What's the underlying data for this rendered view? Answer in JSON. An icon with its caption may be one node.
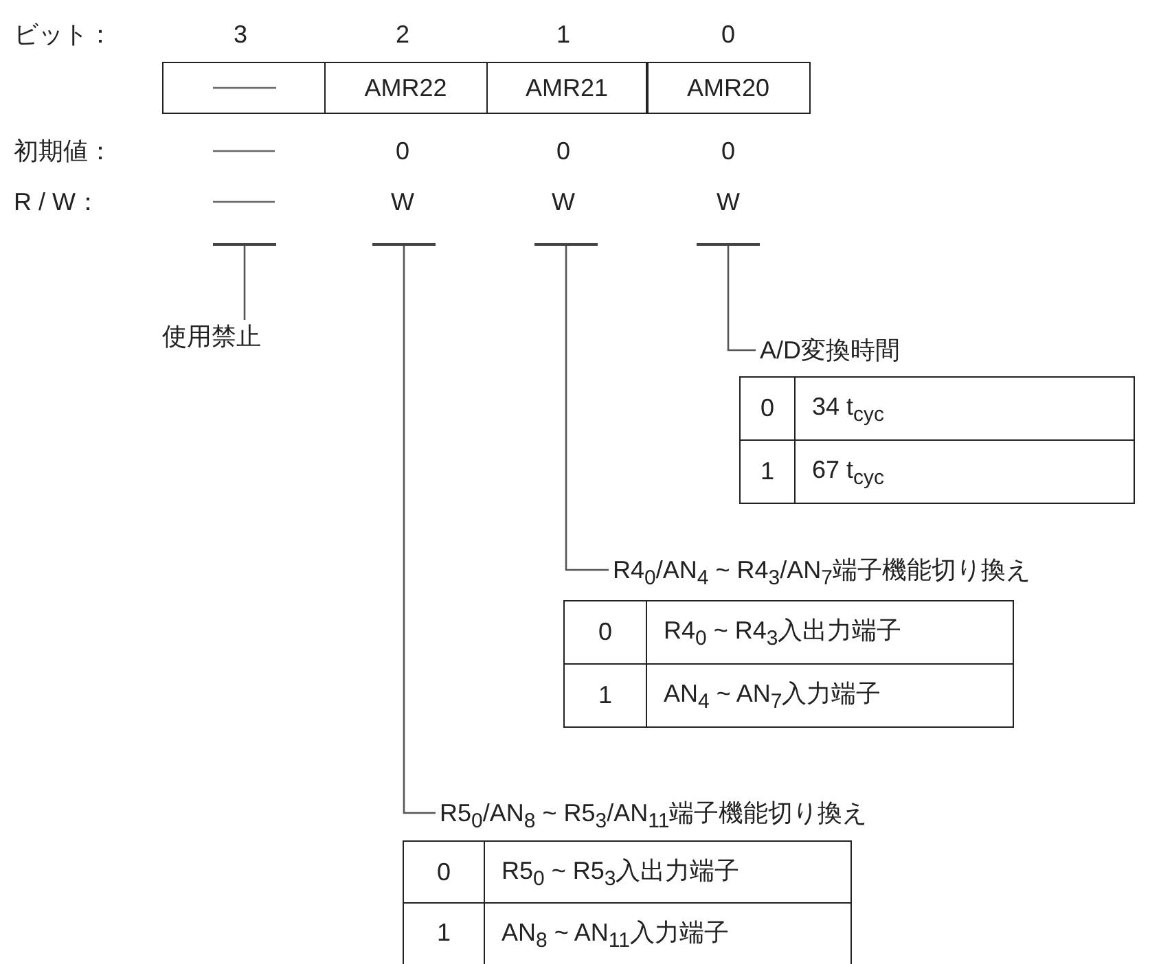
{
  "diagram": {
    "nodes": [
      {
        "text": [],
        "shape": "box"
      },
      {
        "text": [
          "AMR22"
        ]
      },
      {
        "text": [
          "AMR21"
        ]
      },
      {
        "text": [
          "AMR20"
        ]
      },
      {
        "text": [],
        "shape": "bar"
      },
      {
        "text": [],
        "shape": "bar"
      },
      {
        "text": [],
        "shape": "bar"
      },
      {
        "text": [],
        "shape": "bar"
      },
      {
        "text": [
          "使用禁止"
        ]
      },
      {
        "text": [
          "A/D変換時間"
        ]
      },
      {
        "text": [
          "0",
          "34 t$_{cyc}$"
        ]
      },
      {
        "text": [
          "1",
          "67 t$_{cyc}$"
        ]
      },
      {
        "text": [
          "R4$_{0}$/AN$_{4}$ ~ R4$_{3}$/AN$_{7}$端子機能切り換え"
        ]
      },
      {
        "text": [
          "0",
          "R4$_{0}$ ~ R4$_{3}$入出力端子"
        ]
      },
      {
        "text": [
          "1",
          "AN$_{4}$ ~ AN$_{7}$入力端子"
        ]
      },
      {
        "text": [
          "R5$_{0}$/AN$_{8}$ ~ R5$_{3}$/AN$_{11}$端子機能切り換え"
        ]
      },
      {
        "text": [
          "0",
          "R5$_{0}$ ~ R5$_{3}$入出力端子"
        ]
      },
      {
        "text": [
          "1",
          "AN$_{8}$ ~ AN$_{11}$入力端子"
        ]
      }
    ],
    "edges": [
      {
        "from": 4,
        "to": 8,
        "arrow": "none"
      },
      {
        "from": 7,
        "to": 9,
        "arrow": "none"
      },
      {
        "from": 6,
        "to": 12,
        "arrow": "none"
      },
      {
        "from": 5,
        "to": 15,
        "arrow": "none"
      }
    ],
    "labels": [
      "ビット：",
      "3",
      "2",
      "1",
      "0",
      "初期値：",
      "0",
      "0",
      "0",
      "R / W：",
      "W",
      "W",
      "W"
    ]
  }
}
